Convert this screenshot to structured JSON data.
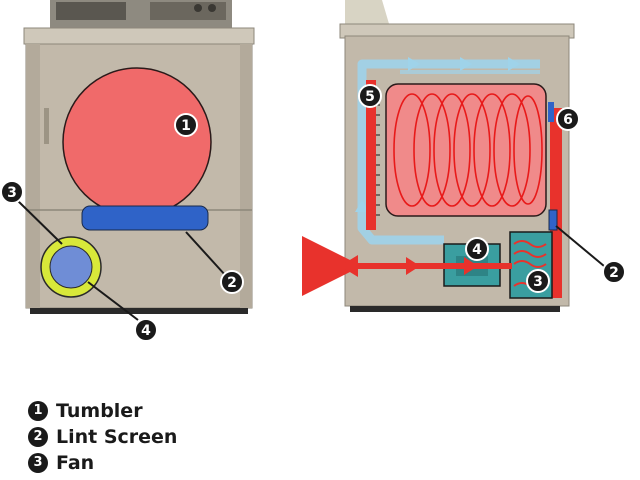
{
  "callouts": {
    "left": {
      "tumbler": "1",
      "lint_screen": "2",
      "fan": "3",
      "heater_loop": "4"
    },
    "right": {
      "lint_screen": "2",
      "fan": "3",
      "motor": "4",
      "vent_left": "5",
      "vent_right": "6"
    }
  },
  "legend": [
    {
      "number": "1",
      "label": "Tumbler"
    },
    {
      "number": "2",
      "label": "Lint Screen"
    },
    {
      "number": "3",
      "label": "Fan"
    }
  ],
  "colors": {
    "cabinet": "#c2b9aa",
    "tumbler": "#f06a6a",
    "lint_screen": "#2f63c8",
    "fan_ring": "#d8e83a",
    "fan_center": "#6f8dd6",
    "airflow": "#9fd3ea",
    "exhaust": "#e8322c",
    "box": "#3a9ea0"
  }
}
